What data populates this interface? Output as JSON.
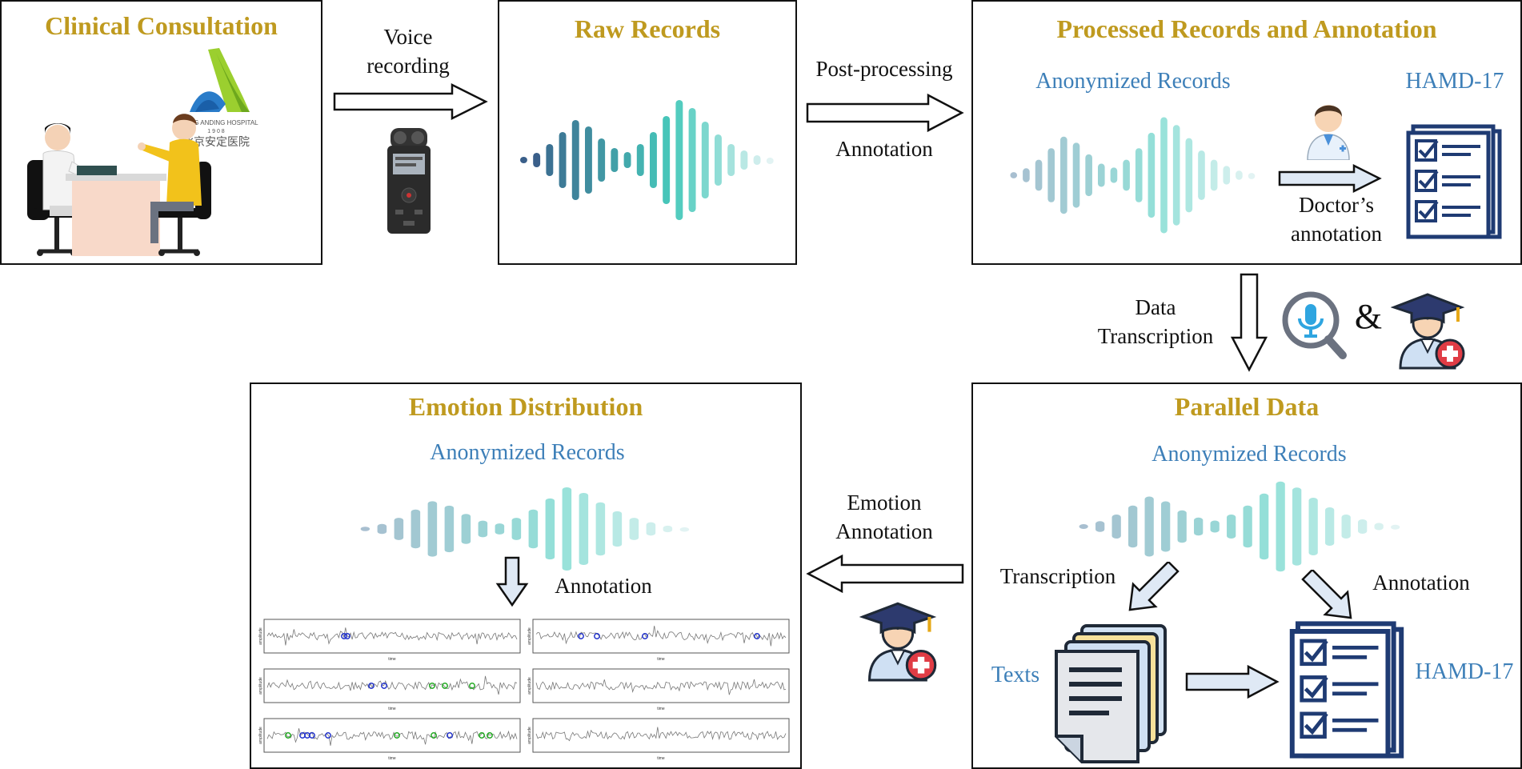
{
  "colors": {
    "title_gold": "#bf9a1f",
    "accent_blue": "#3d7fb8",
    "navy": "#1f3b73",
    "wave_dark": "#3d6f96",
    "wave_teal": "#45c3b8"
  },
  "panels": {
    "clinical": {
      "title": "Clinical Consultation",
      "logo_en": "BEIJING ANDING HOSPITAL",
      "logo_year": "1 9 0 8",
      "logo_cn": "北京安定医院"
    },
    "raw": {
      "title": "Raw Records"
    },
    "processed": {
      "title": "Processed Records and Annotation",
      "anonymized": "Anonymized Records",
      "hamd": "HAMD-17",
      "doctor_annotation": [
        "Doctor’s",
        "annotation"
      ]
    },
    "parallel": {
      "title": "Parallel Data",
      "anonymized": "Anonymized Records",
      "transcription": "Transcription",
      "annotation": "Annotation",
      "texts": "Texts",
      "hamd": "HAMD-17"
    },
    "emotion": {
      "title": "Emotion Distribution",
      "anonymized": "Anonymized Records",
      "annotation": "Annotation",
      "plot_ylabel": "amplitude",
      "plot_xlabel": "time"
    }
  },
  "connectors": {
    "voice_recording": [
      "Voice",
      "recording"
    ],
    "post_processing": "Post-processing",
    "annotation": "Annotation",
    "data_transcription": [
      "Data",
      "Transcription"
    ],
    "ampersand": "&",
    "emotion_annotation": [
      "Emotion",
      "Annotation"
    ]
  },
  "icons": [
    "recorder-icon",
    "doctor-icon",
    "checklist-icon",
    "voice-search-icon",
    "graduate-icon",
    "documents-icon"
  ]
}
